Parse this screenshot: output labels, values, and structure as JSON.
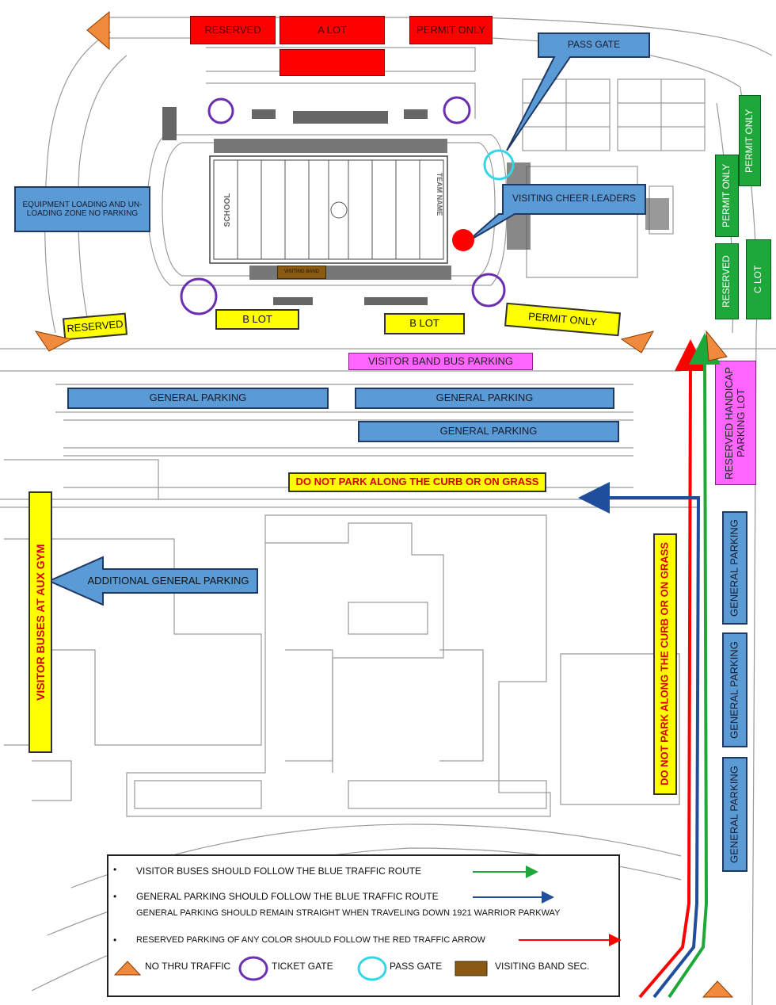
{
  "lots": {
    "reserved_top": "RESERVED",
    "a_lot": "A LOT",
    "permit_top": "PERMIT ONLY",
    "pass_gate": "PASS GATE",
    "equipment": "EQUIPMENT LOADING AND UN-LOADING ZONE  NO PARKING",
    "visiting_cheer": "VISITING CHEER LEADERS",
    "visiting_band": "VISITING BAND",
    "permit_only_right_1": "PERMIT ONLY",
    "permit_only_right_2": "PERMIT ONLY",
    "reserved_right": "RESERVED",
    "c_lot": "C   LOT",
    "reserved_left": "RESERVED",
    "b_lot_1": "B LOT",
    "b_lot_2": "B LOT",
    "permit_only_mid": "PERMIT ONLY",
    "visitor_band_bus": "VISITOR BAND BUS PARKING",
    "general_1": "GENERAL PARKING",
    "general_2": "GENERAL PARKING",
    "general_3": "GENERAL PARKING",
    "reserved_handicap": "RESERVED HANDICAP PARKING LOT",
    "no_park_curb": "DO NOT PARK ALONG THE CURB OR ON GRASS",
    "additional_general": "ADDITIONAL GENERAL PARKING",
    "visitor_buses_aux": "VISITOR BUSES AT AUX GYM",
    "no_park_curb_vertical": "DO NOT PARK ALONG THE CURB OR ON GRASS",
    "general_right_1": "GENERAL PARKING",
    "general_right_2": "GENERAL PARKING",
    "general_right_3": "GENERAL PARKING",
    "field_school": "SCHOOL",
    "field_team": "TEAM NAME"
  },
  "legend": {
    "bullet": "•",
    "buses": "VISITOR BUSES SHOULD FOLLOW THE BLUE TRAFFIC ROUTE",
    "general": "GENERAL PARKING  SHOULD FOLLOW THE BLUE TRAFFIC ROUTE",
    "general_sub": "GENERAL PARKING SHOULD REMAIN STRAIGHT WHEN TRAVELING DOWN 1921 WARRIOR PARKWAY",
    "reserved": "RESERVED PARKING OF ANY COLOR SHOULD FOLLOW THE RED TRAFFIC ARROW",
    "no_thru": "NO THRU TRAFFIC",
    "ticket_gate": "TICKET GATE",
    "pass_gate": "PASS GATE",
    "visiting_band_sec": "VISITING BAND SEC."
  },
  "colors": {
    "red_lot": "#ff0000",
    "blue_label": "#5b9bd5",
    "yellow_label": "#ffff00",
    "green_lot": "#1fa83a",
    "pink_lot": "#ff66ff",
    "route_red": "#ff0000",
    "route_blue": "#1f4e9c",
    "route_green": "#1fa83a",
    "no_thru_triangle": "#f08a3c",
    "ticket_gate_circle": "#6a2fb0",
    "pass_gate_circle": "#33d6e6",
    "band_section": "#8a5a12"
  },
  "icons": {
    "no_thru": "triangle-icon",
    "ticket_gate": "purple-circle-icon",
    "pass_gate": "cyan-circle-icon",
    "band_section": "brown-rectangle-icon"
  }
}
